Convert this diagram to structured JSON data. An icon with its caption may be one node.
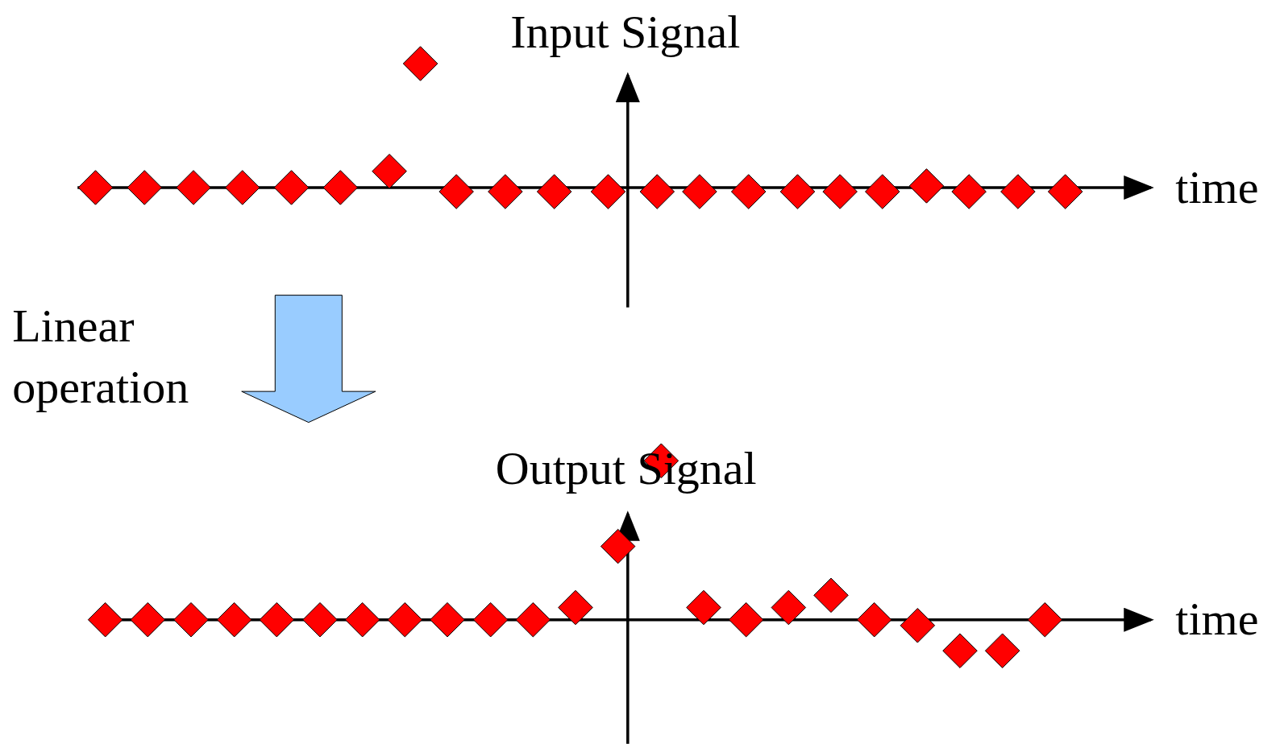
{
  "diagram": {
    "labels": [
      "Input Signal",
      "time",
      "Linear operation",
      "Output Signal",
      "time"
    ]
  }
}
